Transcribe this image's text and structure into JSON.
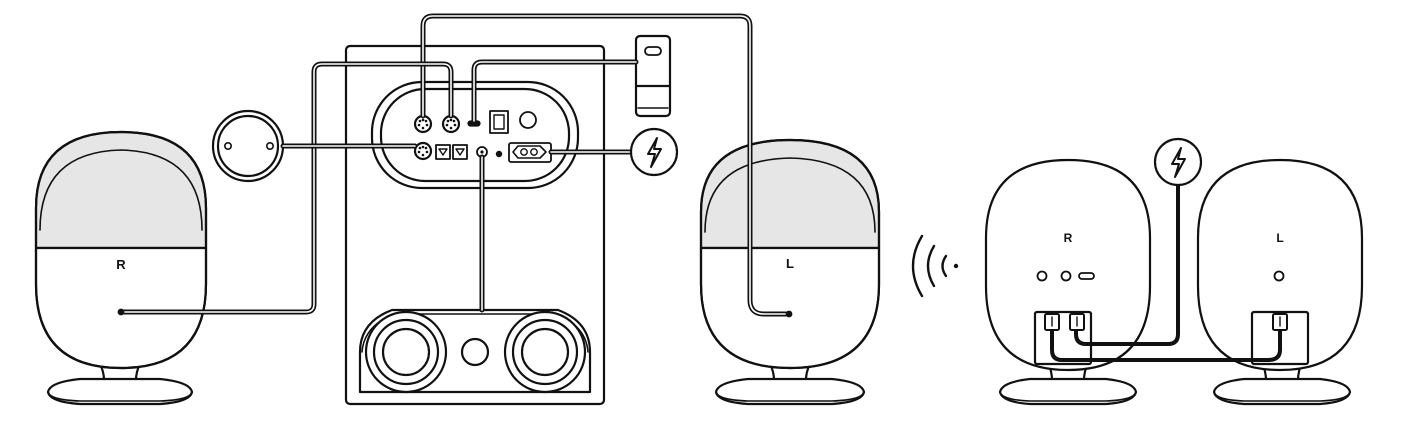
{
  "colors": {
    "stroke": "#111111",
    "shade": "#e6e6e6",
    "background": "#ffffff"
  },
  "labels": {
    "front_right_speaker": "R",
    "front_left_speaker": "L",
    "rear_right_speaker": "R",
    "rear_left_speaker": "L"
  },
  "icons": {
    "power": "lightning-bolt-icon",
    "wireless": "wireless-signal-icon"
  }
}
